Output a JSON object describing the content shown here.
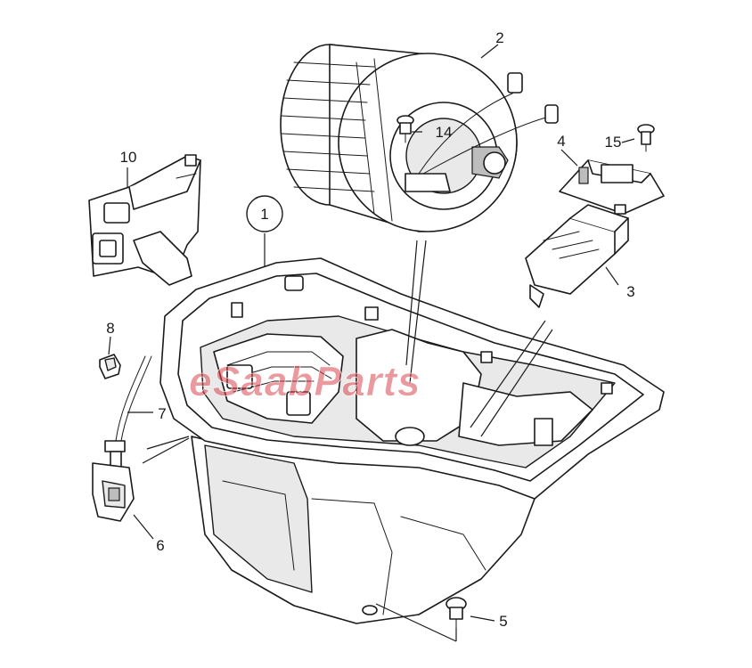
{
  "callouts": [
    {
      "id": "1",
      "label": "1"
    },
    {
      "id": "2",
      "label": "2"
    },
    {
      "id": "3",
      "label": "3"
    },
    {
      "id": "4",
      "label": "4"
    },
    {
      "id": "5",
      "label": "5"
    },
    {
      "id": "6",
      "label": "6"
    },
    {
      "id": "7",
      "label": "7"
    },
    {
      "id": "8",
      "label": "8"
    },
    {
      "id": "10",
      "label": "10"
    },
    {
      "id": "14",
      "label": "14"
    },
    {
      "id": "15",
      "label": "15"
    }
  ],
  "watermark": {
    "text": "eSaabParts",
    "color": "#d9464e"
  }
}
